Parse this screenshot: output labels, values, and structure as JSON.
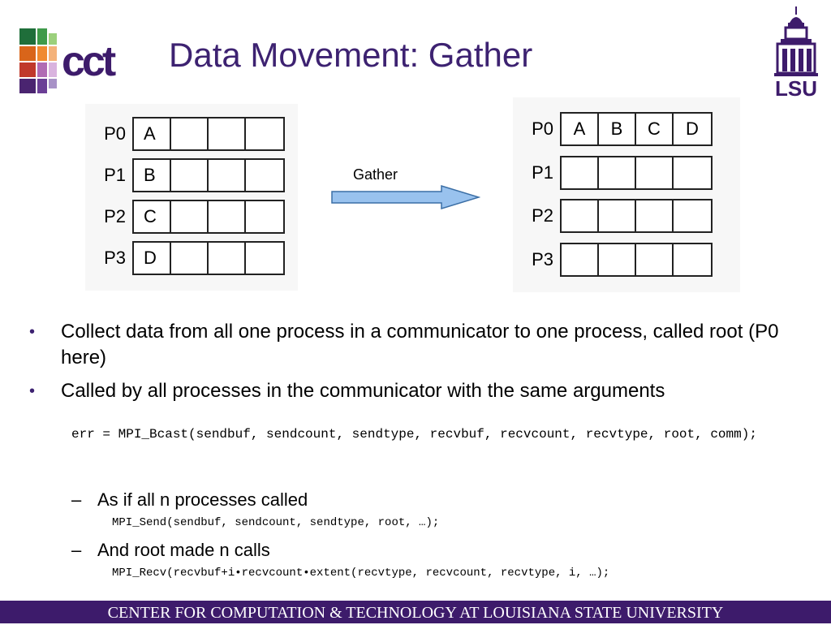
{
  "slide": {
    "title": "Data Movement: Gather",
    "cct_logo_text": "cct",
    "lsu_logo_text": "LSU"
  },
  "diagram": {
    "left": {
      "rows": [
        {
          "label": "P0",
          "cells": [
            "A",
            "",
            "",
            ""
          ]
        },
        {
          "label": "P1",
          "cells": [
            "B",
            "",
            "",
            ""
          ]
        },
        {
          "label": "P2",
          "cells": [
            "C",
            "",
            "",
            ""
          ]
        },
        {
          "label": "P3",
          "cells": [
            "D",
            "",
            "",
            ""
          ]
        }
      ]
    },
    "arrow_label": "Gather",
    "right": {
      "rows": [
        {
          "label": "P0",
          "cells": [
            "A",
            "B",
            "C",
            "D"
          ]
        },
        {
          "label": "P1",
          "cells": [
            "",
            "",
            "",
            ""
          ]
        },
        {
          "label": "P2",
          "cells": [
            "",
            "",
            "",
            ""
          ]
        },
        {
          "label": "P3",
          "cells": [
            "",
            "",
            "",
            ""
          ]
        }
      ]
    }
  },
  "bullets": [
    {
      "marker": "•",
      "text": "Collect data from all one process in a communicator to one process, called root (P0 here)"
    },
    {
      "marker": "•",
      "text": "Called by all processes in the communicator with the same arguments"
    }
  ],
  "code_main": "err = MPI_Bcast(sendbuf, sendcount, sendtype, recvbuf, recvcount, recvtype, root, comm);",
  "subpoints": [
    {
      "marker": "–",
      "text": "As if all n processes called",
      "code": "MPI_Send(sendbuf, sendcount, sendtype, root, …);"
    },
    {
      "marker": "–",
      "text": "And root made n calls",
      "code": "MPI_Recv(recvbuf+i•recvcount•extent(recvtype, recvcount, recvtype, i, …);"
    }
  ],
  "footer": "CENTER FOR COMPUTATION & TECHNOLOGY AT LOUISIANA STATE UNIVERSITY",
  "colors": {
    "brand_purple": "#3d1b6b",
    "title_purple": "#3d2271",
    "arrow_fill": "#99c2ee",
    "lsu_gold": "#f4b400"
  }
}
